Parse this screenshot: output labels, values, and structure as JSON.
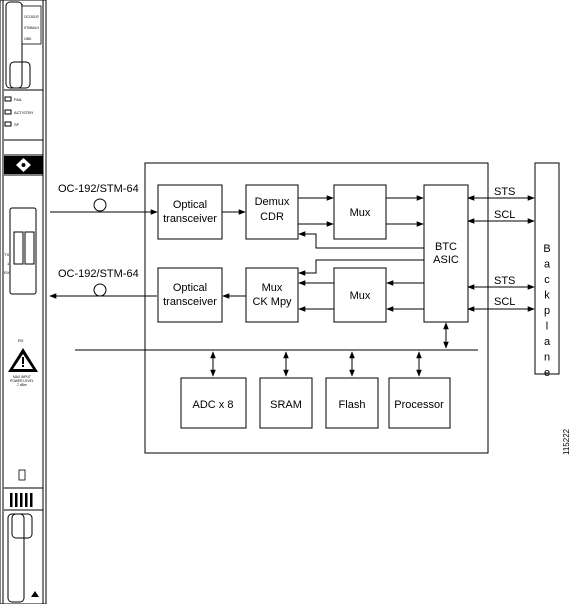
{
  "card": {
    "labels": [
      "OC192LR",
      "STM64LH",
      "1550"
    ],
    "leds": [
      "FAIL",
      "ACT/STBY",
      "SF"
    ],
    "ports": [
      "TX",
      "1",
      "RX"
    ],
    "rx_label": "RX",
    "warning_lines": [
      "MAX INPUT",
      "POWER LEVEL",
      "-7 dBm"
    ]
  },
  "diagram": {
    "inputs": [
      "OC-192/STM-64",
      "OC-192/STM-64"
    ],
    "blocks": {
      "optical_rx": [
        "Optical",
        "transceiver"
      ],
      "demux": [
        "Demux",
        "CDR"
      ],
      "mux_top": "Mux",
      "btc": [
        "BTC",
        "ASIC"
      ],
      "optical_tx": [
        "Optical",
        "transceiver"
      ],
      "mux_ck": [
        "Mux",
        "CK Mpy"
      ],
      "mux_bottom": "Mux",
      "adc": "ADC x 8",
      "sram": "SRAM",
      "flash": "Flash",
      "processor": "Processor"
    },
    "bus_labels": [
      "STS",
      "SCL",
      "STS",
      "SCL"
    ],
    "backplane": "Backplane",
    "figure_id": "115222"
  }
}
